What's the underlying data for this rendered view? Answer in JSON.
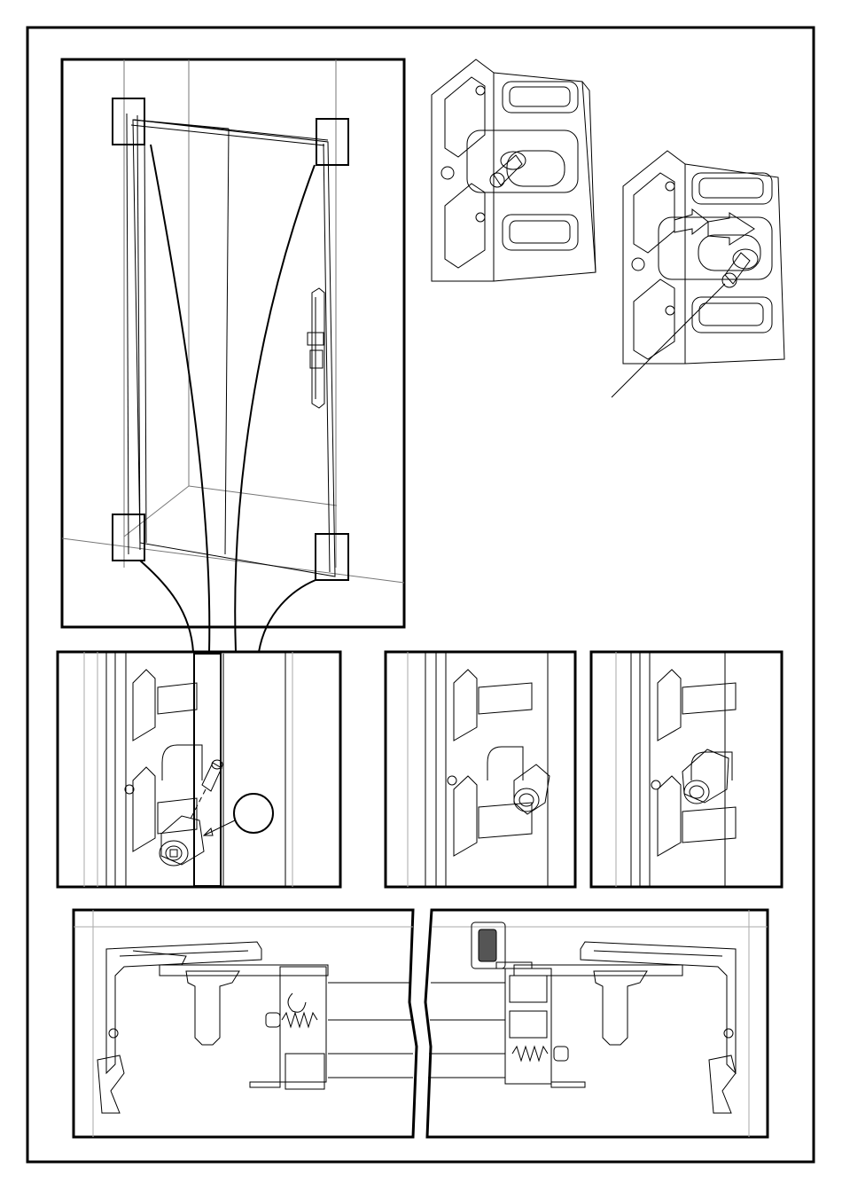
{
  "page": {
    "background": "#ffffff",
    "line_color": "#000000",
    "shade_color": "#d9d9d9"
  },
  "panels": [
    {
      "id": "overview",
      "content": "door-in-opening-with-four-bracket-callouts"
    },
    {
      "id": "bracket-a",
      "content": "bracket-with-pin"
    },
    {
      "id": "bracket-b",
      "content": "bracket-with-slide-arrow-and-pointer"
    },
    {
      "id": "detail-1",
      "content": "frame-bracket-cap-part-with-callout-circle"
    },
    {
      "id": "detail-2",
      "content": "frame-bracket-cap-seated"
    },
    {
      "id": "detail-3",
      "content": "frame-bracket-cap-seated-lower"
    },
    {
      "id": "section-left",
      "content": "top-section-left"
    },
    {
      "id": "section-right",
      "content": "top-section-right"
    }
  ],
  "callouts": {
    "overview_boxes": 4,
    "detail_circle_label": ""
  }
}
